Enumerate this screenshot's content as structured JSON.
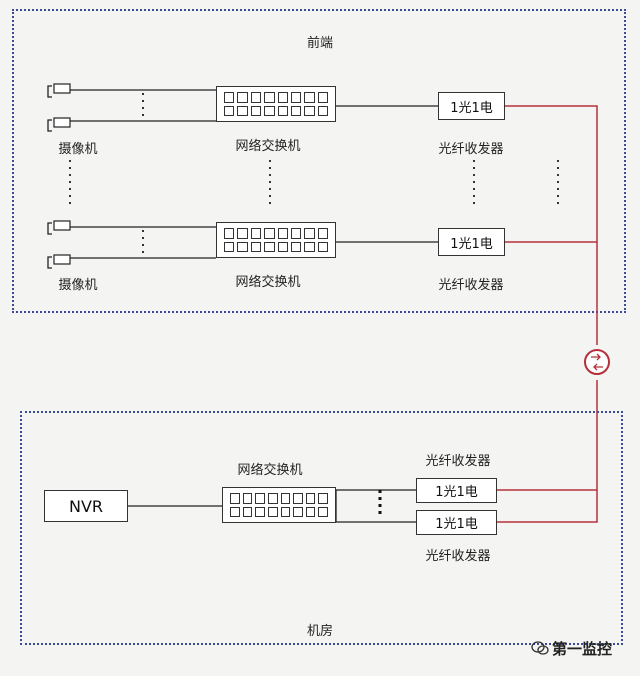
{
  "zones": {
    "front": {
      "label": "前端"
    },
    "room": {
      "label": "机房"
    }
  },
  "front_groups": [
    {
      "camera_label": "摄像机",
      "switch_label": "网络交换机",
      "converter_text": "1光1电",
      "converter_label": "光纤收发器"
    },
    {
      "camera_label": "摄像机",
      "switch_label": "网络交换机",
      "converter_text": "1光1电",
      "converter_label": "光纤收发器"
    }
  ],
  "room": {
    "nvr_label": "NVR",
    "switch_label": "网络交换机",
    "converter_top_label": "光纤收发器",
    "converter_bottom_label": "光纤收发器",
    "converter_text_top": "1光1电",
    "converter_text_bottom": "1光1电"
  },
  "colors": {
    "fiber": "#b5303a",
    "cable": "#222222",
    "zone_border": "#3a4b9a"
  },
  "watermark": {
    "text": "第一监控",
    "icon": "wechat-logo-icon"
  }
}
